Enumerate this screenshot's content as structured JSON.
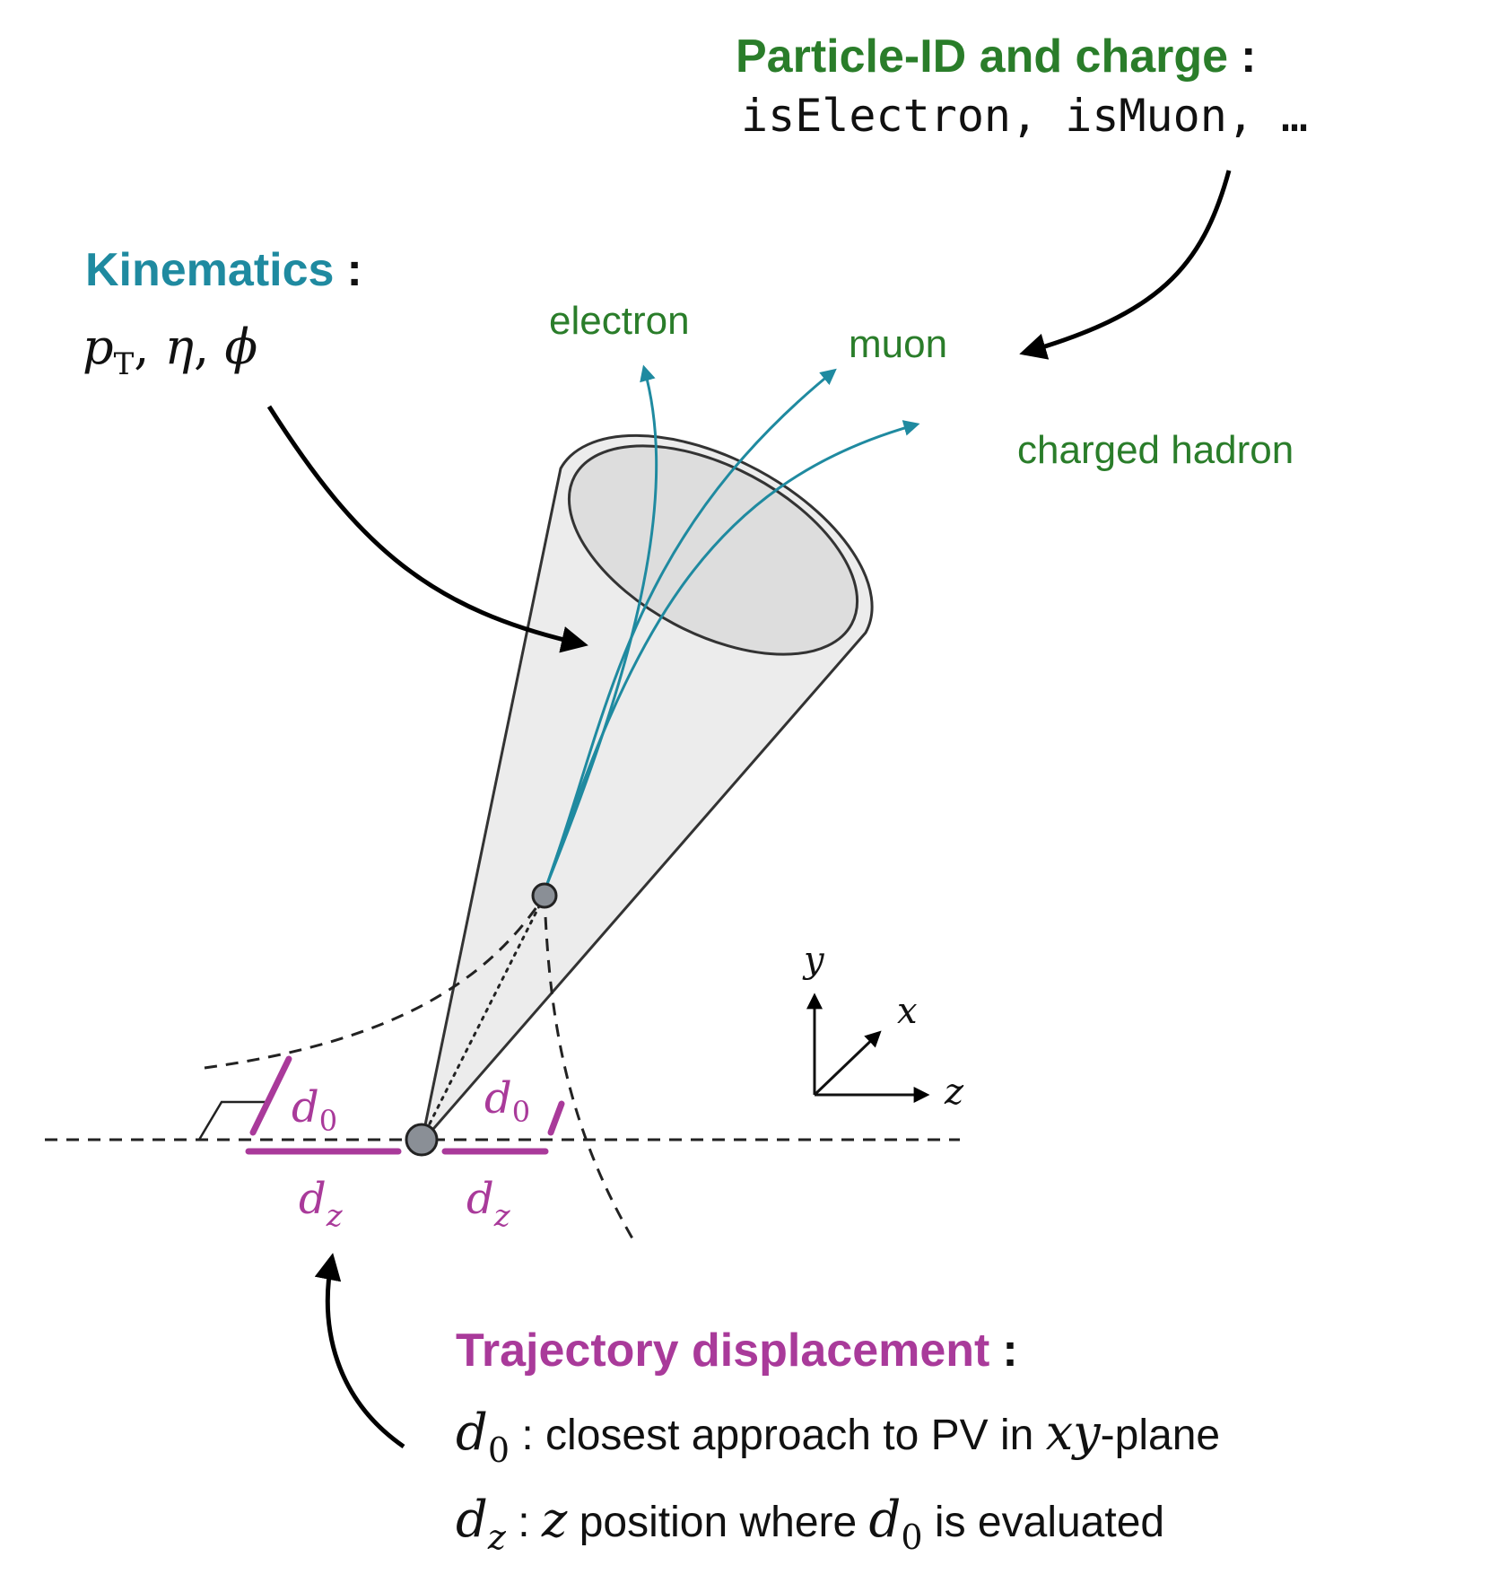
{
  "colors": {
    "kinematics": "#1f8aa0",
    "pid": "#2a7d2a",
    "displacement": "#a93a9a",
    "track": "#1f8aa0",
    "cone_fill": "#ececec",
    "cone_top_fill": "#dddddd",
    "vertex": "#8a8f96"
  },
  "pid": {
    "title": "Particle-ID and charge",
    "colon": ":",
    "examples": "isElectron, isMuon, …"
  },
  "kinematics": {
    "title": "Kinematics",
    "colon": ":",
    "p": "p",
    "t_sub": "T",
    "sep1": ", ",
    "eta": "η",
    "sep2": ", ",
    "phi": "ϕ"
  },
  "particles": {
    "electron": "electron",
    "muon": "muon",
    "hadron": "charged hadron"
  },
  "axes": {
    "y": "y",
    "x": "x",
    "z": "z"
  },
  "params": {
    "d": "d",
    "zero": "0",
    "z": "z"
  },
  "displacement": {
    "title": "Trajectory displacement",
    "colon": ":",
    "line1_text": " : closest approach to PV in ",
    "line1_xy": "xy",
    "line1_tail": "-plane",
    "line2_colon": " : ",
    "line2_z": "z",
    "line2_mid": " position where ",
    "line2_tail": " is evaluated"
  }
}
